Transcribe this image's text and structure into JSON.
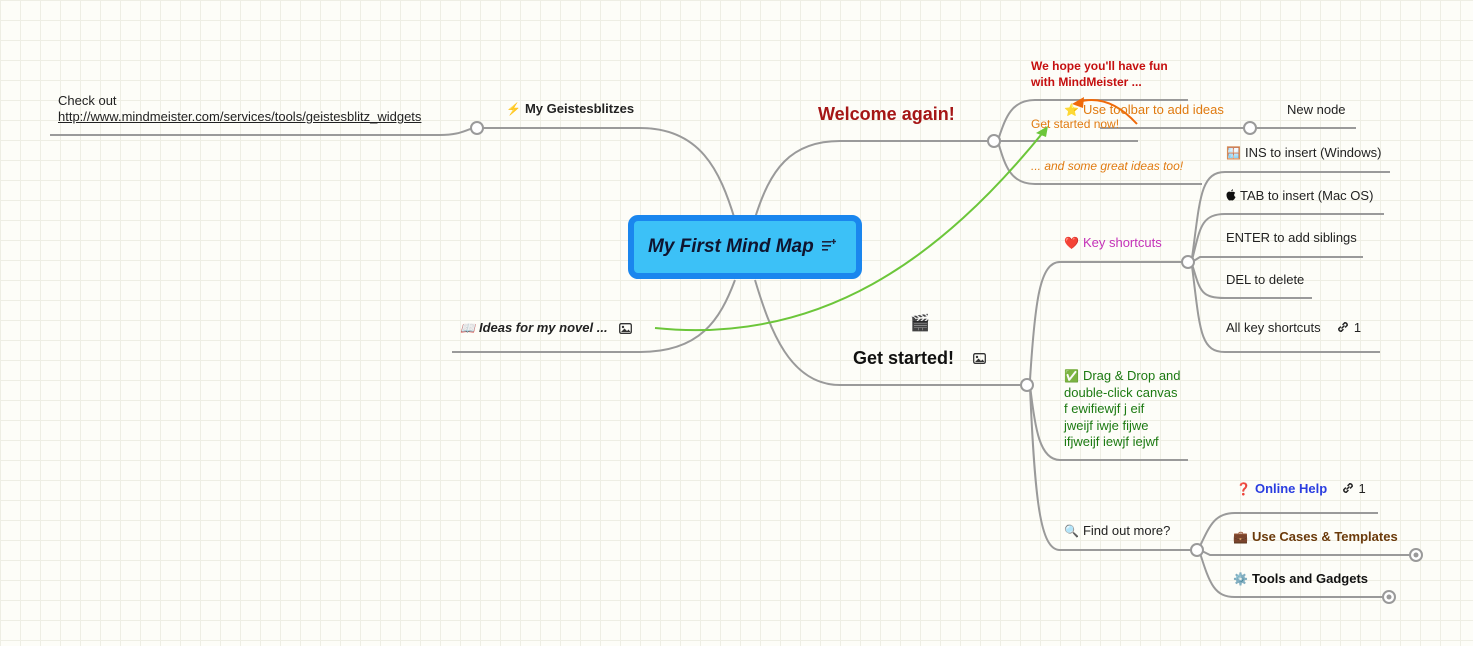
{
  "root": {
    "title": "My First Mind Map",
    "notes_icon": "notes-list-icon"
  },
  "left": {
    "geistesblitze": {
      "icon": "lightning-icon",
      "glyph": "⚡",
      "label": "My Geistesblitzes"
    },
    "checkout": {
      "line1": "Check out",
      "url": "http://www.mindmeister.com/services/tools/geistesblitz_widgets"
    },
    "novel": {
      "icon": "book-icon",
      "glyph": "📖",
      "label": "Ideas for my novel ...",
      "image_icon": "image-icon"
    }
  },
  "welcome": {
    "label": "Welcome again!",
    "children": {
      "fun": "We hope you'll have fun\nwith MindMeister ...",
      "toolbar": {
        "glyph": "⭐",
        "label": "Use toolbar to add ideas"
      },
      "get_started_now": "Get started now!",
      "new_node": "New node",
      "great_ideas": "... and some great ideas too!"
    }
  },
  "get_started": {
    "glyph": "🎬",
    "label": "Get started!",
    "key_shortcuts": {
      "glyph": "❤️",
      "label": "Key shortcuts",
      "items": [
        {
          "glyph": "🪟",
          "label": "INS to insert (Windows)"
        },
        {
          "glyph": "",
          "label": "TAB to insert (Mac OS)"
        },
        {
          "glyph": "",
          "label": "ENTER to add siblings"
        },
        {
          "glyph": "",
          "label": "DEL to delete"
        },
        {
          "glyph": "",
          "label": "All key shortcuts",
          "link_count": "1"
        }
      ]
    },
    "drag_drop": {
      "glyph": "✅",
      "lines": [
        "Drag & Drop and",
        "double-click canvas",
        "f ewifiewjf j eif",
        "jweijf iwje fijwe",
        "ifjweijf iewjf iejwf"
      ]
    },
    "find_out": {
      "glyph": "🔍",
      "label": "Find out more?",
      "children": [
        {
          "glyph": "❓",
          "label": "Online Help",
          "link_count": "1"
        },
        {
          "glyph": "💼",
          "label": "Use Cases & Templates"
        },
        {
          "glyph": "⚙️",
          "label": "Tools and Gadgets"
        }
      ]
    }
  },
  "colors": {
    "line": "#9a9a9a",
    "root_border": "#1a86ee",
    "root_fill": "#3cc1f7",
    "welcome": "#a51616",
    "fun": "#c50f0f",
    "orange": "#e07a10",
    "key_shortcuts": "#c432b8",
    "drag_drop": "#1c7a12",
    "online_help": "#2a3de0",
    "use_cases": "#6b3a0b",
    "green_arrow": "#6cc63a",
    "orange_arrow": "#f06a0a"
  }
}
